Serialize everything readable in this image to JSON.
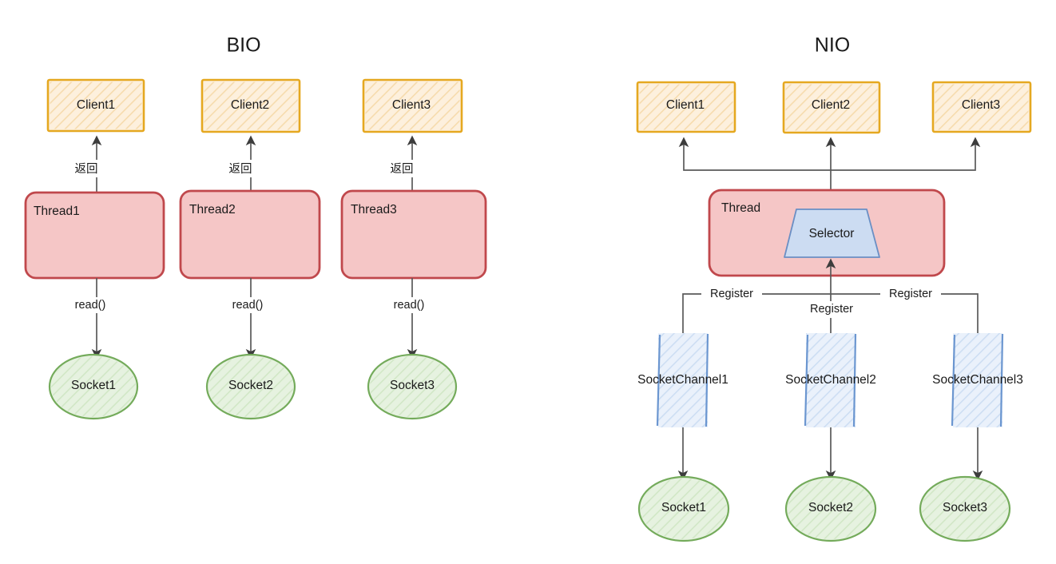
{
  "diagram": {
    "panels": [
      {
        "id": "bio",
        "title": "BIO",
        "clients": [
          {
            "label": "Client1"
          },
          {
            "label": "Client2"
          },
          {
            "label": "Client3"
          }
        ],
        "threads": [
          {
            "label": "Thread1"
          },
          {
            "label": "Thread2"
          },
          {
            "label": "Thread3"
          }
        ],
        "sockets": [
          {
            "label": "Socket1"
          },
          {
            "label": "Socket2"
          },
          {
            "label": "Socket3"
          }
        ],
        "return_edges": [
          {
            "label": "返回"
          },
          {
            "label": "返回"
          },
          {
            "label": "返回"
          }
        ],
        "read_edges": [
          {
            "label": "read()"
          },
          {
            "label": "read()"
          },
          {
            "label": "read()"
          }
        ]
      },
      {
        "id": "nio",
        "title": "NIO",
        "clients": [
          {
            "label": "Client1"
          },
          {
            "label": "Client2"
          },
          {
            "label": "Client3"
          }
        ],
        "thread": {
          "label": "Thread"
        },
        "selector": {
          "label": "Selector"
        },
        "channels": [
          {
            "label": "SocketChannel1"
          },
          {
            "label": "SocketChannel2"
          },
          {
            "label": "SocketChannel3"
          }
        ],
        "sockets": [
          {
            "label": "Socket1"
          },
          {
            "label": "Socket2"
          },
          {
            "label": "Socket3"
          }
        ],
        "register_edges": [
          {
            "label": "Register"
          },
          {
            "label": "Register"
          },
          {
            "label": "Register"
          }
        ]
      }
    ],
    "colors": {
      "client_fill": "#fdf0dd",
      "client_stroke": "#e5a820",
      "thread_fill": "#f5c6c6",
      "thread_stroke": "#c0484c",
      "selector_fill": "#ccdcf2",
      "selector_stroke": "#6b8fc4",
      "channel_fill": "#eaf1fb",
      "channel_stroke": "#6b96d0",
      "socket_fill": "#e6f2e0",
      "socket_stroke": "#74ab5b",
      "edge_stroke": "#5a5a5a",
      "text": "#1a1a1a",
      "background": "#ffffff"
    }
  }
}
